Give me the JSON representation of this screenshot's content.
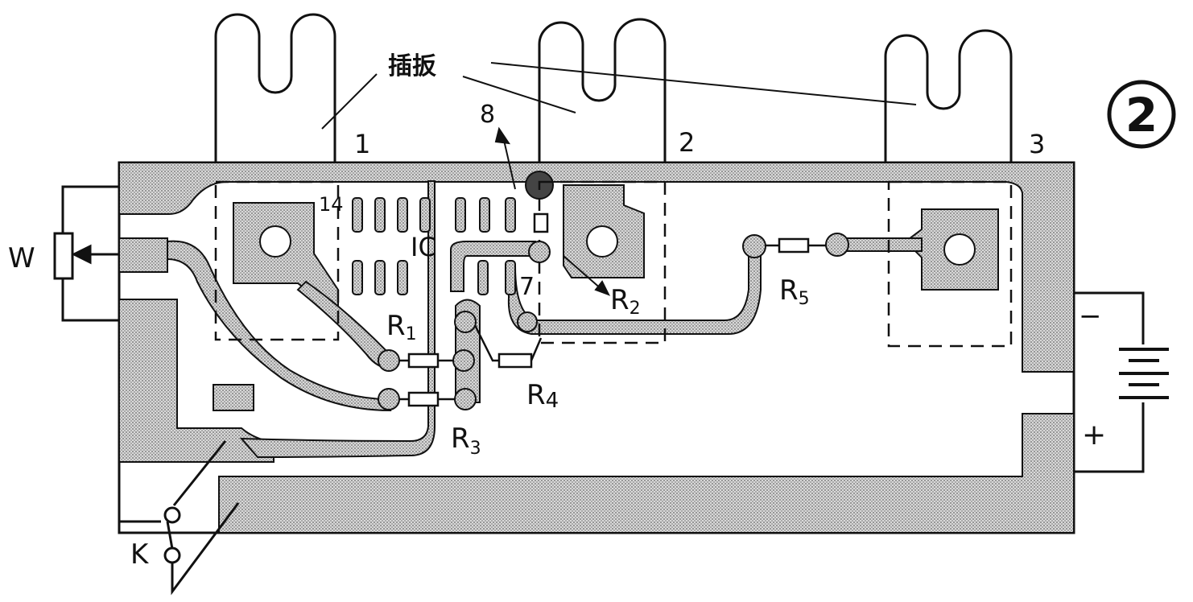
{
  "figure_number": "2",
  "labels": {
    "plug_board": "插扳",
    "slot_1": "1",
    "slot_2": "2",
    "slot_3": "3",
    "pin_8": "8",
    "pin_14": "14",
    "pin_7": "7",
    "ic": "IC",
    "potentiometer": "W",
    "switch": "K",
    "r1": "R",
    "r1_sub": "1",
    "r2": "R",
    "r2_sub": "2",
    "r3": "R",
    "r3_sub": "3",
    "r4": "R",
    "r4_sub": "4",
    "r5": "R",
    "r5_sub": "5",
    "battery_minus": "−",
    "battery_plus": "+"
  },
  "colors": {
    "ink": "#111111",
    "copper": "#b9b9b9",
    "paper": "#ffffff"
  }
}
